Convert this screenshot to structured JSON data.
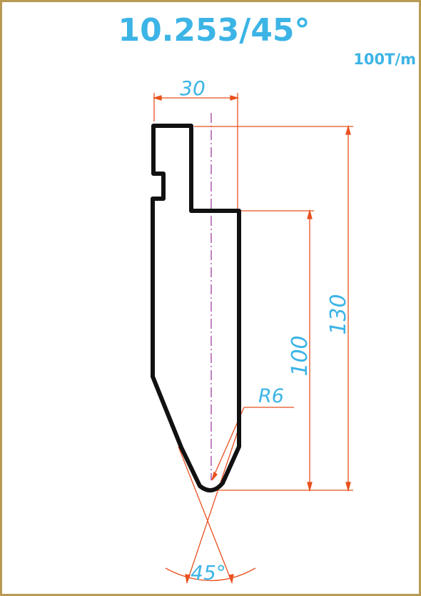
{
  "title": "10.253/45°",
  "capacity": "100T/m",
  "dimensions": {
    "width": "30",
    "height_total": "130",
    "height_body": "100",
    "radius": "R6",
    "angle": "45°"
  },
  "colors": {
    "border": "#b89a55",
    "title_text": "#3cb4e6",
    "dimension_line": "#e8501e",
    "dimension_text": "#3cb4e6",
    "profile": "#111111",
    "centerline": "#a040a0"
  }
}
